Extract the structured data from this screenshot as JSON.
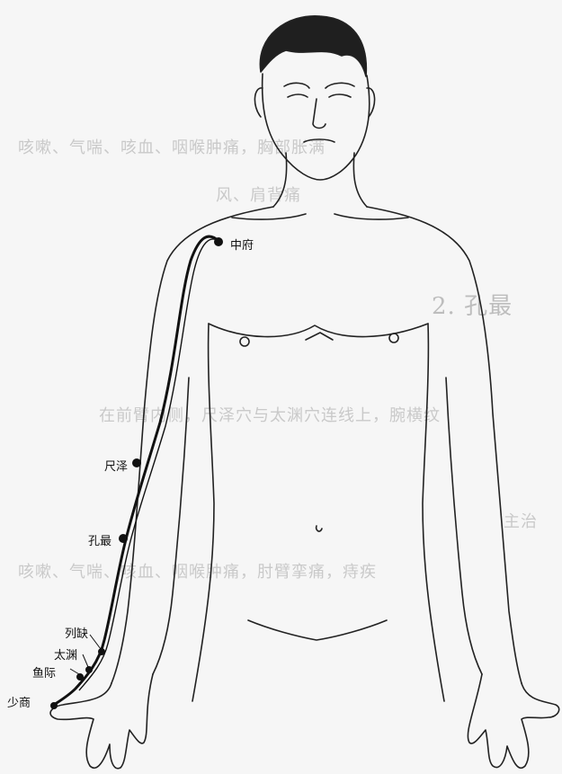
{
  "figure": {
    "type": "acupuncture-meridian-diagram",
    "points": [
      {
        "label": "中府"
      },
      {
        "label": "尺泽"
      },
      {
        "label": "孔最"
      },
      {
        "label": "列缺"
      },
      {
        "label": "太渊"
      },
      {
        "label": "鱼际"
      },
      {
        "label": "少商"
      }
    ],
    "colors": {
      "ink": "#1a1a1a",
      "paper": "#f6f6f6",
      "bleed": "#c6c6c6"
    }
  },
  "bleed_through": {
    "line1": "咳嗽、气喘、咳血、咽喉肿痛，胸部胀满",
    "line2": "风、肩背痛",
    "heading": "2. 孔最",
    "line3": "在前臂内侧，尺泽穴与太渊穴连线上，腕横纹",
    "line4": "主治",
    "line5": "咳嗽、气喘、咳血、咽喉肿痛，肘臂挛痛，痔疾"
  }
}
